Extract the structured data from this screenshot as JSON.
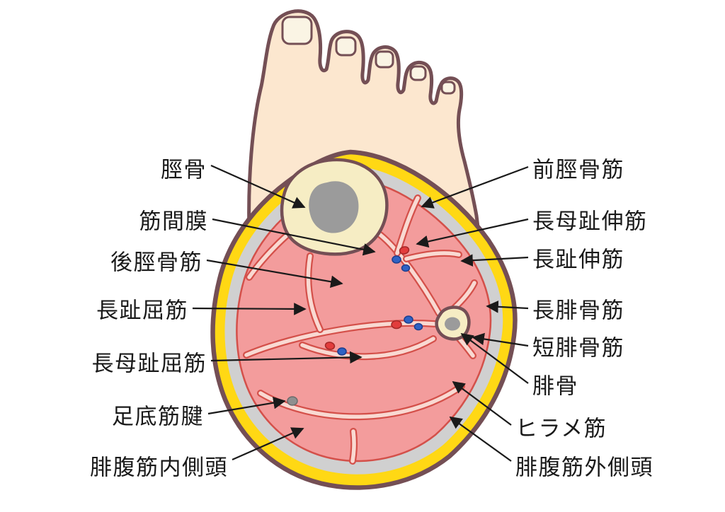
{
  "labels": {
    "left": [
      {
        "id": "tibia",
        "text": "脛骨"
      },
      {
        "id": "intermuscular-septum",
        "text": "筋間膜"
      },
      {
        "id": "tibialis-posterior",
        "text": "後脛骨筋"
      },
      {
        "id": "flexor-digitorum-longus",
        "text": "長趾屈筋"
      },
      {
        "id": "flexor-hallucis-longus",
        "text": "長母趾屈筋"
      },
      {
        "id": "plantaris-tendon",
        "text": "足底筋腱"
      },
      {
        "id": "gastrocnemius-medial-head",
        "text": "腓腹筋内側頭"
      }
    ],
    "right": [
      {
        "id": "tibialis-anterior",
        "text": "前脛骨筋"
      },
      {
        "id": "extensor-hallucis-longus",
        "text": "長母趾伸筋"
      },
      {
        "id": "extensor-digitorum-longus",
        "text": "長趾伸筋"
      },
      {
        "id": "peroneus-longus",
        "text": "長腓骨筋"
      },
      {
        "id": "peroneus-brevis",
        "text": "短腓骨筋"
      },
      {
        "id": "fibula",
        "text": "腓骨"
      },
      {
        "id": "soleus",
        "text": "ヒラメ筋"
      },
      {
        "id": "gastrocnemius-lateral-head",
        "text": "腓腹筋外側頭"
      }
    ]
  },
  "colors": {
    "background": "#ffffff",
    "skin": "#fce7cf",
    "outline": "#744f55",
    "toenail": "#faf4e4",
    "subcutaneous_fat_yellow": "#ffd814",
    "fascia_gray": "#d0d0d0",
    "muscle_pink": "#f39c9c",
    "septum_pink": "#f9d9d2",
    "septum_edge_red": "#d4504a",
    "bone_cream": "#f6edc4",
    "bone_marrow_gray": "#9b9b9b",
    "artery_red": "#e23c3c",
    "vein_blue": "#2f62c4",
    "tendon_gray": "#8f8f8f",
    "label_text": "#1a1a1a",
    "leader_line": "#1a1a1a"
  }
}
